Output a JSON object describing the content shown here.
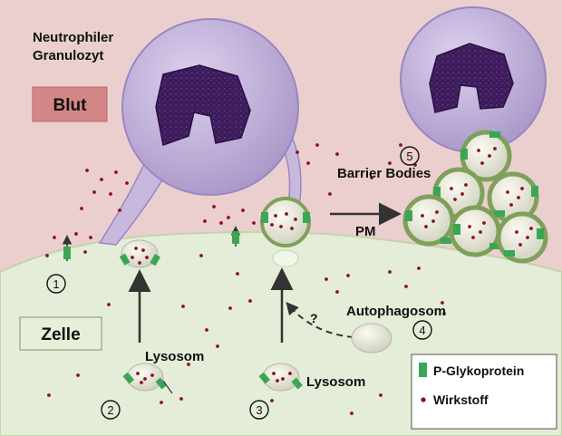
{
  "labels": {
    "cell_type": [
      "Neutrophiler",
      "Granulozyt"
    ],
    "blood": "Blut",
    "cell": "Zelle",
    "barrier_bodies": "Barrier Bodies",
    "pm": "PM",
    "lysosome_left": "Lysosom",
    "lysosome_right": "Lysosom",
    "autophagosome": "Autophagosom",
    "question": "?"
  },
  "step_numbers": [
    "1",
    "2",
    "3",
    "4",
    "5"
  ],
  "legend": {
    "items": [
      {
        "label": "P-Glykoprotein",
        "symbol": "green-rect"
      },
      {
        "label": "Wirkstoff",
        "symbol": "red-dot"
      }
    ]
  },
  "colors": {
    "blood_bg": "#ebcfcf",
    "cell_bg": "#e3edd7",
    "blood_label_bg": "#d48585",
    "cell_label_bg": "#e6f0d8",
    "granulocyte": "#c8b8de",
    "nucleus": "#3d1c5c",
    "p_glycoprotein": "#3aa655",
    "drug": "#8a1026",
    "vesicle_ring": "#7fa05a"
  }
}
